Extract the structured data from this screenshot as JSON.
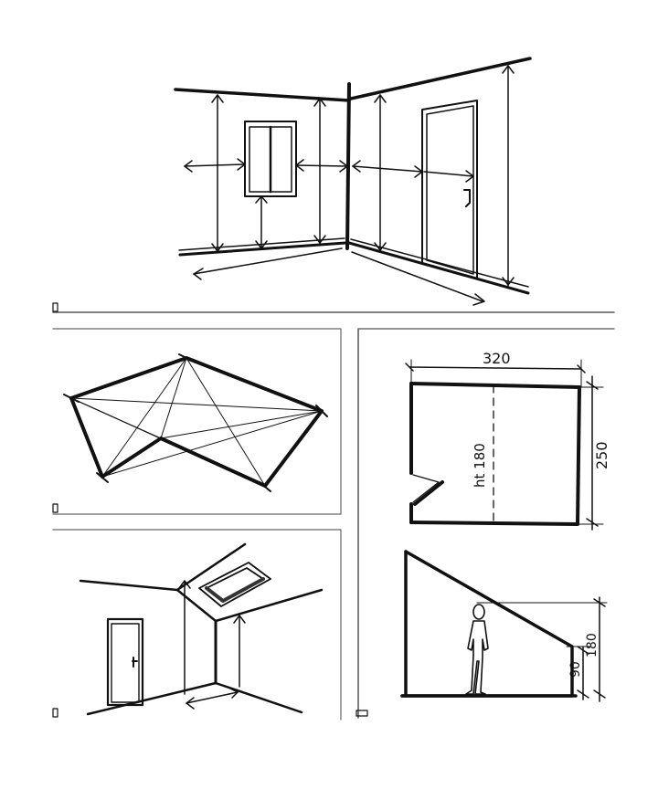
{
  "plan_view": {
    "width_dimension": "320",
    "height_dimension": "250",
    "sill_height_note": "ht 180"
  },
  "section_view": {
    "low_wall_dimension": "90",
    "high_wall_dimension": "180"
  },
  "colors": {
    "ink": "#111111",
    "paper": "#ffffff",
    "frame": "#555555"
  }
}
